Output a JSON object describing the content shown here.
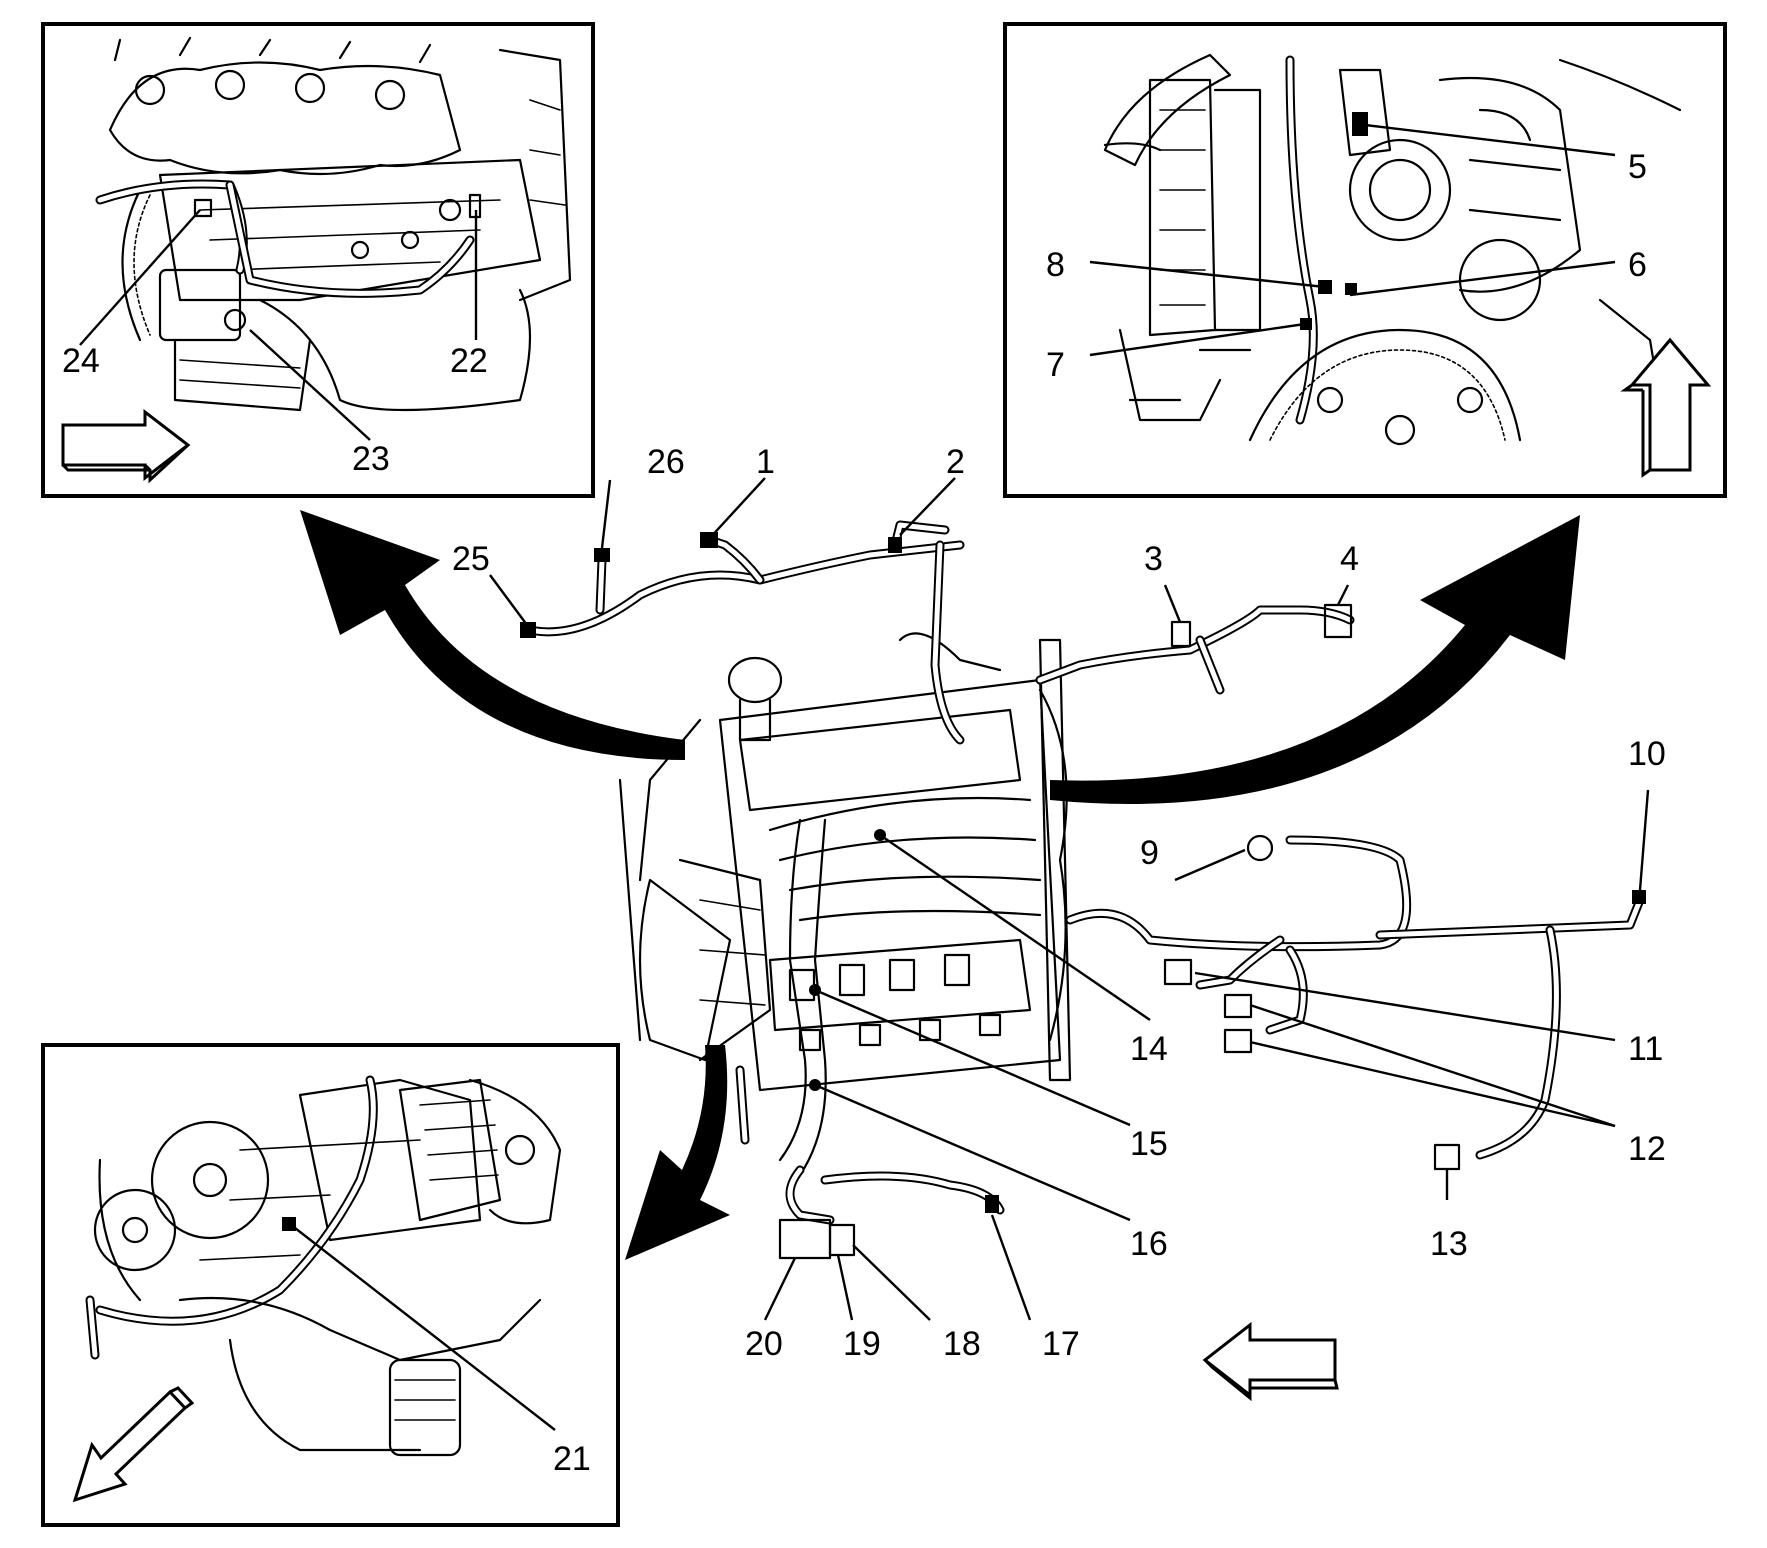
{
  "callouts": {
    "c1": "1",
    "c2": "2",
    "c3": "3",
    "c4": "4",
    "c5": "5",
    "c6": "6",
    "c7": "7",
    "c8": "8",
    "c9": "9",
    "c10": "10",
    "c11": "11",
    "c12": "12",
    "c13": "13",
    "c14": "14",
    "c15": "15",
    "c16": "16",
    "c17": "17",
    "c18": "18",
    "c19": "19",
    "c20": "20",
    "c21": "21",
    "c22": "22",
    "c23": "23",
    "c24": "24",
    "c25": "25",
    "c26": "26"
  },
  "colors": {
    "line": "#000000",
    "background": "#ffffff",
    "arrow_fill": "#000000"
  },
  "icons": {
    "view_direction": "outline-arrow-icon",
    "detail_link": "curved-arrow-icon"
  }
}
